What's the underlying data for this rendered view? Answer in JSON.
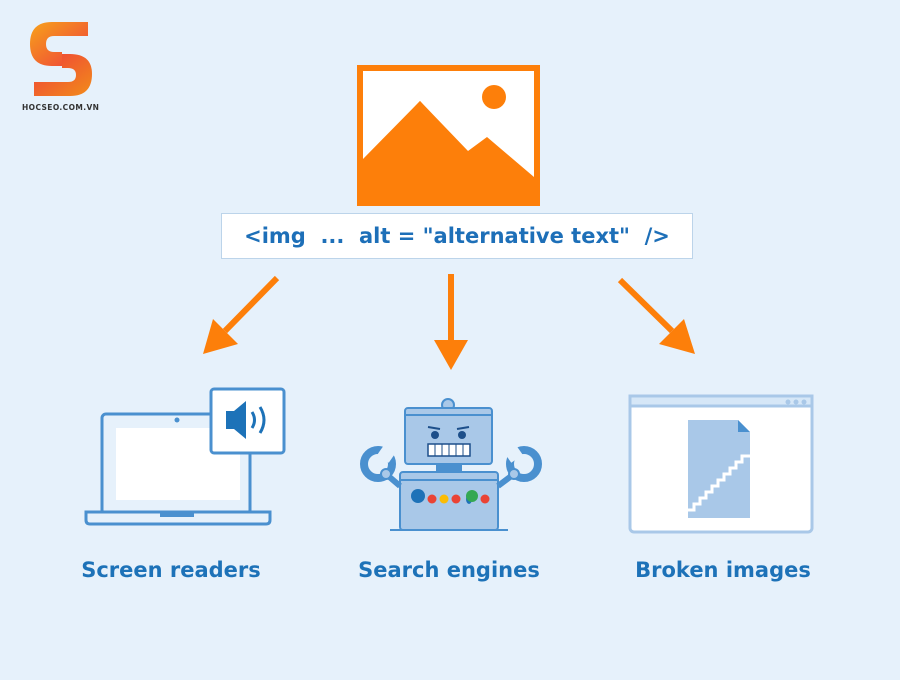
{
  "logo": {
    "text": "HOCSEO.COM.VN"
  },
  "code": {
    "text": "<img  ...  alt = \"alternative text\"  />"
  },
  "items": [
    {
      "label": "Screen readers",
      "icon": "laptop-speaker-icon"
    },
    {
      "label": "Search engines",
      "icon": "robot-icon"
    },
    {
      "label": "Broken images",
      "icon": "broken-image-window-icon"
    }
  ],
  "colors": {
    "background": "#e6f1fb",
    "accent": "#fd7f0a",
    "brand_blue": "#1d72b8",
    "icon_blue": "#4a90cf",
    "icon_light": "#a9c8e8"
  }
}
